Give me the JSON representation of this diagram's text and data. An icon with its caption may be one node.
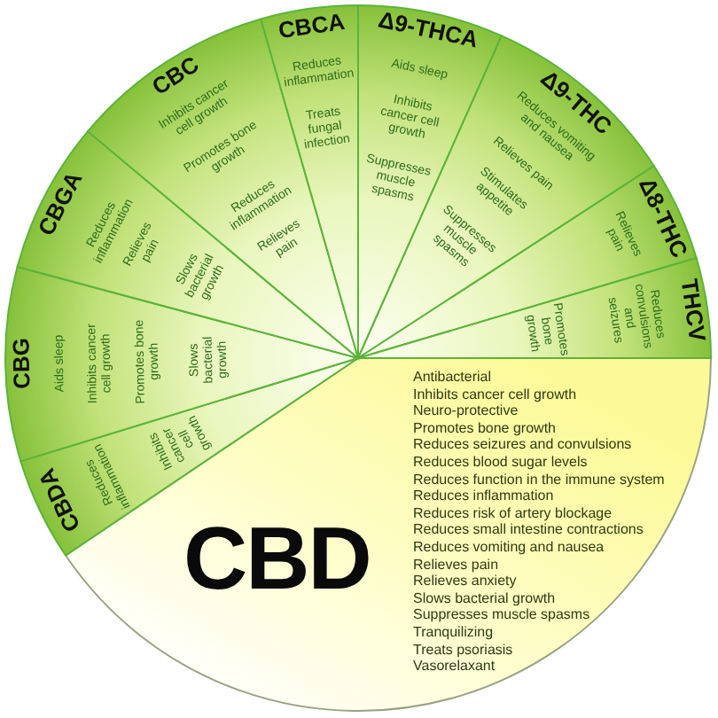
{
  "diagram": {
    "nodes": [
      {
        "text": [
          "CBDA",
          "Reduces inflammation",
          "Inhibits cancer cell growth"
        ]
      },
      {
        "text": [
          "CBG",
          "Aids sleep",
          "Inhibits cancer cell growth",
          "Promotes bone growth",
          "Slows bacterial growth"
        ]
      },
      {
        "text": [
          "CBGA",
          "Reduces inflammation",
          "Relieves pain",
          "Slows bacterial growth"
        ]
      },
      {
        "text": [
          "CBC",
          "Inhibits cancer cell growth",
          "Promotes bone growth",
          "Reduces inflammation",
          "Relieves pain"
        ]
      },
      {
        "text": [
          "CBCA",
          "Reduces inflammation",
          "Treats fungal infection"
        ]
      },
      {
        "text": [
          "Δ9-THCA",
          "Aids sleep",
          "Inhibits cancer cell growth",
          "Suppresses muscle spasms"
        ]
      },
      {
        "text": [
          "Δ9-THC",
          "Reduces vomiting and nausea",
          "Relieves pain",
          "Stimulates appetite",
          "Suppresses muscle spasms"
        ]
      },
      {
        "text": [
          "Δ8-THC",
          "Relieves pain"
        ]
      },
      {
        "text": [
          "THCV",
          "Reduces convulsions and seizures",
          "Promotes bone growth"
        ]
      },
      {
        "text": [
          "CBD",
          "Antibacterial",
          "Inhibits cancer cell growth",
          "Neuro-protective",
          "Promotes bone growth",
          "Reduces seizures and convulsions",
          "Reduces blood sugar levels",
          "Reduces function in the immune system",
          "Reduces inflammation",
          "Reduces risk of artery blockage",
          "Reduces small intestine contractions",
          "Reduces vomiting and nausea",
          "Relieves pain",
          "Relieves anxiety",
          "Slows bacterial growth",
          "Suppresses muscle spasms",
          "Tranquilizing",
          "Treats psoriasis",
          "Vasorelaxant"
        ]
      }
    ]
  }
}
